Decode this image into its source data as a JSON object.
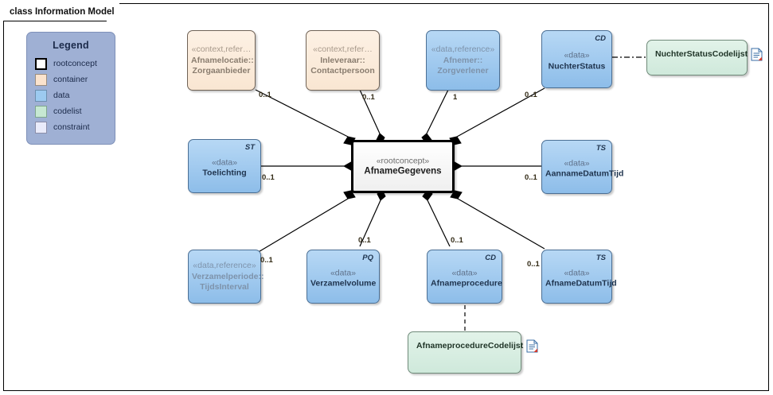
{
  "frame": {
    "title": "class Information Model"
  },
  "legend": {
    "title": "Legend",
    "items": [
      {
        "label": "rootconcept",
        "color": "#ffffff",
        "swatch": "sw-root"
      },
      {
        "label": "container",
        "color": "#fbe3cd",
        "swatch": "sw-container"
      },
      {
        "label": "data",
        "color": "#9ccaf0",
        "swatch": "sw-data"
      },
      {
        "label": "codelist",
        "color": "#c6e8d2",
        "swatch": "sw-codelist"
      },
      {
        "label": "constraint",
        "color": "#e9ebfa",
        "swatch": "sw-constraint"
      }
    ]
  },
  "nodes": {
    "afnamelocatie": {
      "stereotype": "«context,refer…",
      "name": "Afnamelocatie::",
      "name2": "Zorgaanbieder",
      "kind": "container",
      "tag": ""
    },
    "inleveraar": {
      "stereotype": "«context,refer…",
      "name": "Inleveraar::",
      "name2": "Contactpersoon",
      "kind": "container",
      "tag": ""
    },
    "afnemer": {
      "stereotype": "«data,reference»",
      "name": "Afnemer::",
      "name2": "Zorgverlener",
      "kind": "data-reference",
      "tag": ""
    },
    "nuchterstatus": {
      "stereotype": "«data»",
      "name": "NuchterStatus",
      "name2": "",
      "kind": "data",
      "tag": "CD"
    },
    "nuchterstatuscodelijst": {
      "name": "NuchterStatusCodelijst",
      "kind": "codelist",
      "icon": "document-icon"
    },
    "toelichting": {
      "stereotype": "«data»",
      "name": "Toelichting",
      "name2": "",
      "kind": "data",
      "tag": "ST"
    },
    "afnamegegevens": {
      "stereotype": "«rootconcept»",
      "name": "AfnameGegevens",
      "name2": "",
      "kind": "rootconcept",
      "tag": ""
    },
    "aannamedatumtijd": {
      "stereotype": "«data»",
      "name": "AannameDatumTijd",
      "name2": "",
      "kind": "data",
      "tag": "TS"
    },
    "verzamelperiode": {
      "stereotype": "«data,reference»",
      "name": "Verzamelperiode::",
      "name2": "TijdsInterval",
      "kind": "data-reference",
      "tag": ""
    },
    "verzamelvolume": {
      "stereotype": "«data»",
      "name": "Verzamelvolume",
      "name2": "",
      "kind": "data",
      "tag": "PQ"
    },
    "afnameprocedure": {
      "stereotype": "«data»",
      "name": "Afnameprocedure",
      "name2": "",
      "kind": "data",
      "tag": "CD"
    },
    "afnameprocedurecodelijst": {
      "name": "AfnameprocedureCodelijst",
      "kind": "codelist",
      "icon": "document-icon"
    },
    "afnamedatumtijd": {
      "stereotype": "«data»",
      "name": "AfnameDatumTijd",
      "name2": "",
      "kind": "data",
      "tag": "TS"
    }
  },
  "multiplicities": {
    "afnamelocatie": "0..1",
    "inleveraar": "0..1",
    "afnemer": "1",
    "nuchterstatus": "0..1",
    "toelichting": "0..1",
    "aannamedatumtijd": "0..1",
    "verzamelperiode": "0..1",
    "verzamelvolume": "0..1",
    "afnameprocedure": "0..1",
    "afnamedatumtijd": "0..1"
  },
  "colors": {
    "container_fill": "#f9e6d2",
    "data_fill": "#8dbde9",
    "codelist_fill": "#cfe9db",
    "root_fill": "#ffffff",
    "legend_fill": "#9fb0d4",
    "edge": "#000000"
  }
}
